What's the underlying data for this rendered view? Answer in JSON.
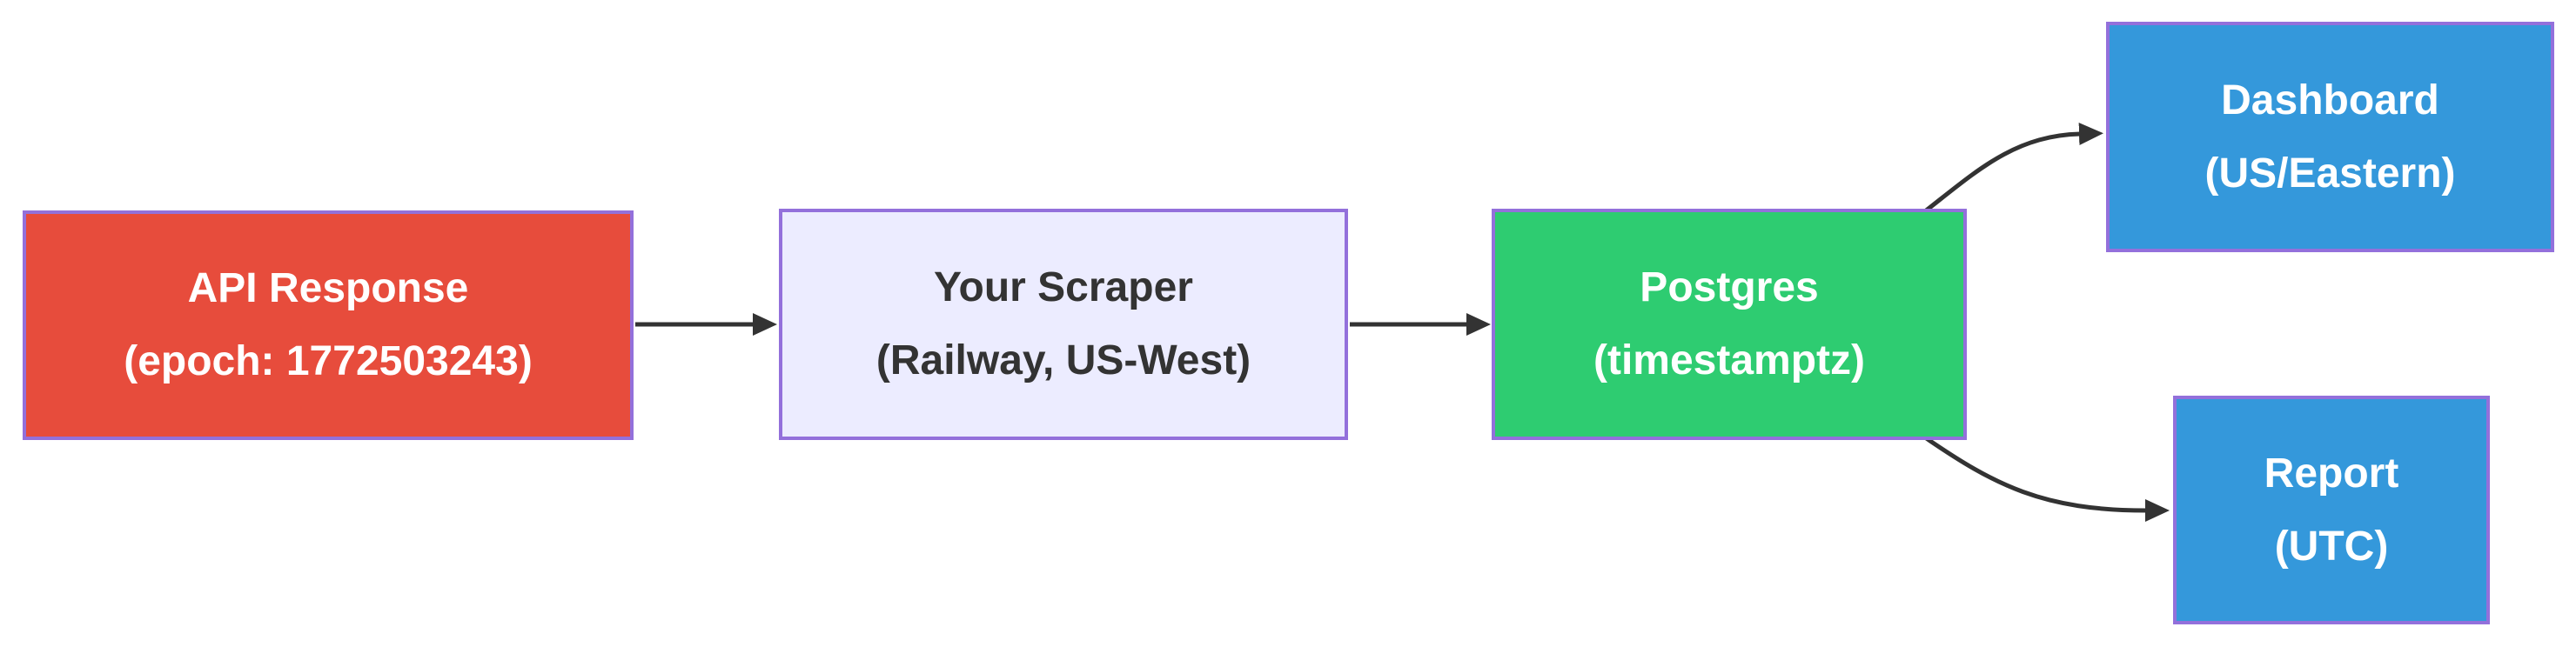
{
  "diagram": {
    "type": "flowchart-LR",
    "background": "#ffffff",
    "edge_color": "#333333",
    "border_color": "#9370DB",
    "nodes": [
      {
        "id": "api-response",
        "line1": "API Response",
        "line2": "(epoch: 1772503243)",
        "fill": "#e74c3c",
        "text_color": "#ffffff",
        "border_color": "#9370DB"
      },
      {
        "id": "scraper",
        "line1": "Your Scraper",
        "line2": "(Railway, US-West)",
        "fill": "#ececff",
        "text_color": "#333333",
        "border_color": "#9370DB"
      },
      {
        "id": "postgres",
        "line1": "Postgres",
        "line2": "(timestamptz)",
        "fill": "#2ecc71",
        "text_color": "#ffffff",
        "border_color": "#9370DB"
      },
      {
        "id": "dashboard",
        "line1": "Dashboard",
        "line2": "(US/Eastern)",
        "fill": "#3498db",
        "text_color": "#ffffff",
        "border_color": "#9370DB"
      },
      {
        "id": "report",
        "line1": "Report",
        "line2": "(UTC)",
        "fill": "#3498db",
        "text_color": "#ffffff",
        "border_color": "#9370DB"
      }
    ],
    "edges": [
      {
        "from": "api-response",
        "to": "scraper",
        "style": "straight"
      },
      {
        "from": "scraper",
        "to": "postgres",
        "style": "straight"
      },
      {
        "from": "postgres",
        "to": "dashboard",
        "style": "curved"
      },
      {
        "from": "postgres",
        "to": "report",
        "style": "curved"
      }
    ]
  }
}
